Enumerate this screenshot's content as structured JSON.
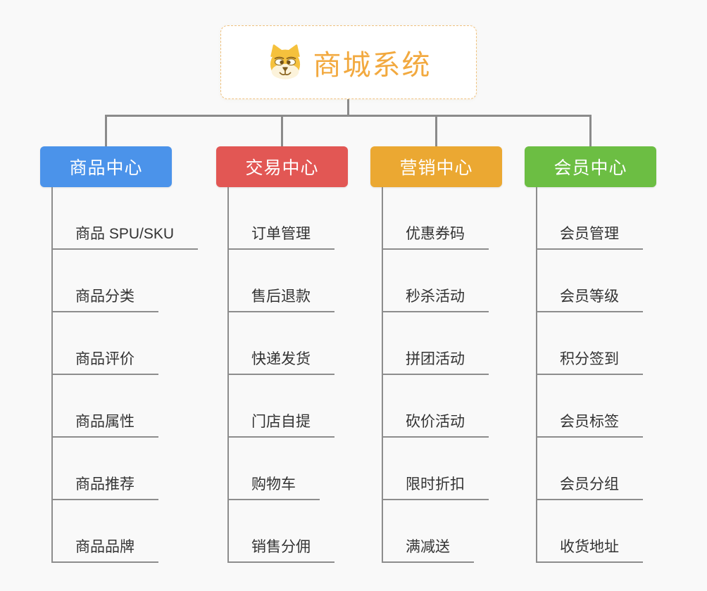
{
  "root": {
    "title": "商城系统",
    "icon": "doge-dog-icon",
    "title_color": "#F2A93F",
    "border_color": "#EFC17E"
  },
  "branches": [
    {
      "label": "商品中心",
      "color": "#4B93EA",
      "children": [
        "商品 SPU/SKU",
        "商品分类",
        "商品评价",
        "商品属性",
        "商品推荐",
        "商品品牌"
      ]
    },
    {
      "label": "交易中心",
      "color": "#E25754",
      "children": [
        "订单管理",
        "售后退款",
        "快递发货",
        "门店自提",
        "购物车",
        "销售分佣"
      ]
    },
    {
      "label": "营销中心",
      "color": "#EBA832",
      "children": [
        "优惠券码",
        "秒杀活动",
        "拼团活动",
        "砍价活动",
        "限时折扣",
        "满减送"
      ]
    },
    {
      "label": "会员中心",
      "color": "#6CBE43",
      "children": [
        "会员管理",
        "会员等级",
        "积分签到",
        "会员标签",
        "会员分组",
        "收货地址"
      ]
    }
  ],
  "style": {
    "background": "#F9F9F9",
    "connector_color": "#8B8B8B",
    "leaf_text_color": "#333333"
  }
}
